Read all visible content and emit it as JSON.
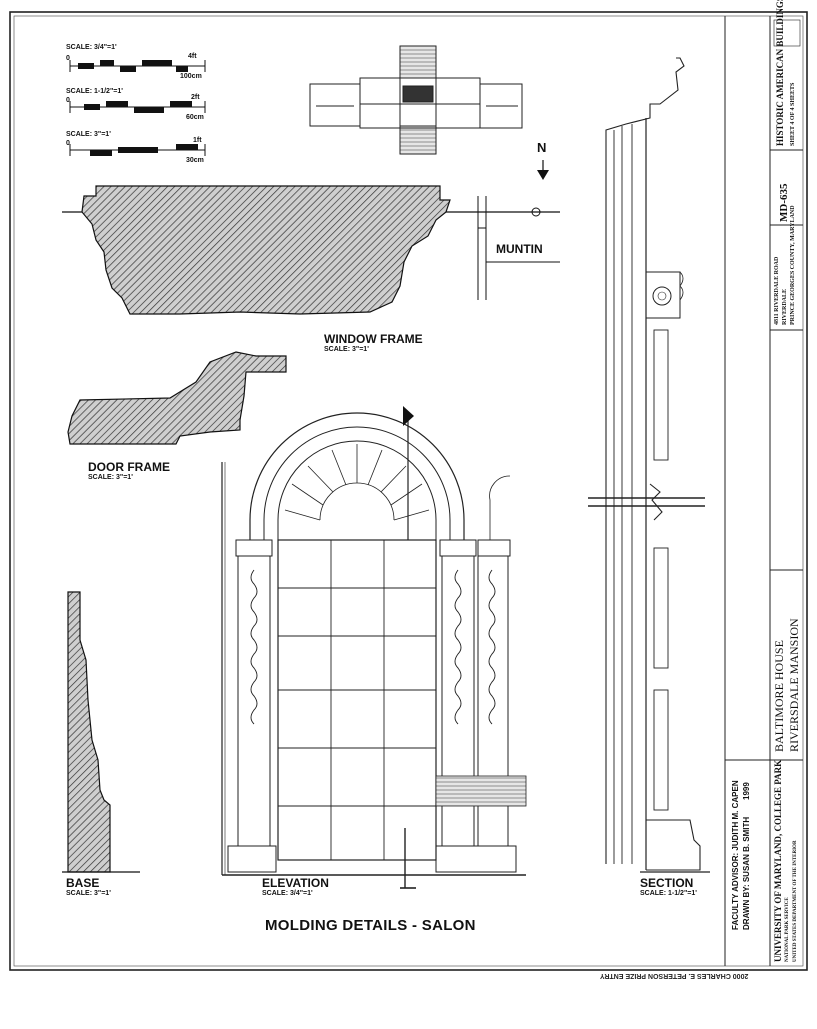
{
  "sheet_title": "MOLDING DETAILS - SALON",
  "scale_bars": [
    {
      "scale": "SCALE: 3/4\"=1'",
      "zero": "0",
      "end_units": [
        "4ft",
        "100cm"
      ]
    },
    {
      "scale": "SCALE: 1-1/2\"=1'",
      "zero": "0",
      "end_units": [
        "2ft",
        "60cm"
      ]
    },
    {
      "scale": "SCALE: 3\"=1'",
      "zero": "0",
      "end_units": [
        "1ft",
        "30cm"
      ]
    }
  ],
  "north_label": "N",
  "details": {
    "window_frame": {
      "label": "WINDOW FRAME",
      "scale": "SCALE: 3\"=1'"
    },
    "muntin": {
      "label": "MUNTIN"
    },
    "door_frame": {
      "label": "DOOR FRAME",
      "scale": "SCALE: 3\"=1'"
    },
    "base": {
      "label": "BASE",
      "scale": "SCALE: 3\"=1'"
    },
    "elevation": {
      "label": "ELEVATION",
      "scale": "SCALE: 3/4\"=1'"
    },
    "section": {
      "label": "SECTION",
      "scale": "SCALE: 1-1/2\"=1'"
    }
  },
  "title_block": {
    "program": "HISTORIC AMERICAN BUILDINGS SURVEY",
    "sheet_no": "SHEET 4 OF 4 SHEETS",
    "survey_no": "MD-635",
    "address_1": "4811 RIVERDALE ROAD",
    "address_2": "RIVERDALE",
    "address_3": "PRINCE GEORGES COUNTY, MARYLAND",
    "building_1": "BALTIMORE HOUSE",
    "building_2": "RIVERSDALE MANSION",
    "university": "UNIVERSITY OF MARYLAND, COLLEGE PARK",
    "agency_1": "NATIONAL PARK SERVICE",
    "agency_2": "UNITED STATES DEPARTMENT OF THE INTERIOR",
    "advisor": "FACULTY ADVISOR: JUDITH M. CAPEN",
    "drawn_by": "DRAWN BY: SUSAN B. SMITH",
    "year": "1999"
  },
  "footer_note": "2000 CHARLES E. PETERSON PRIZE ENTRY"
}
